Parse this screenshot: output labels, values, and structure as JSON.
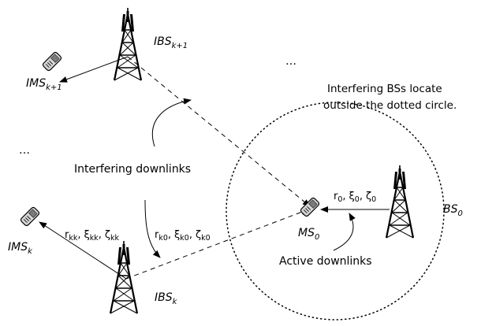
{
  "nodes": {
    "ibs_k1": {
      "label": "IBS",
      "sub": "k+1"
    },
    "ims_k1": {
      "label": "IMS",
      "sub": "k+1"
    },
    "ibs_k": {
      "label": "IBS",
      "sub": "k"
    },
    "ims_k": {
      "label": "IMS",
      "sub": "k"
    },
    "ms0": {
      "label": "MS",
      "sub": "0"
    },
    "bs0": {
      "label": "BS",
      "sub": "0"
    }
  },
  "ellipses": {
    "top_right": "…",
    "left": "…"
  },
  "note": {
    "line1": "Interfering BSs locate",
    "line2": "outside the dotted circle."
  },
  "labels": {
    "interfering_downlinks": "Interfering downlinks",
    "active_downlinks": "Active downlinks"
  },
  "link_params": {
    "r0": {
      "r": "r",
      "r_sub": "0",
      "xi": "ξ",
      "xi_sub": "0",
      "zeta": "ζ",
      "zeta_sub": "0"
    },
    "rk0": {
      "r": "r",
      "r_sub": "k0",
      "xi": "ξ",
      "xi_sub": "k0",
      "zeta": "ζ",
      "zeta_sub": "k0"
    },
    "rkk": {
      "r": "r",
      "r_sub": "kk",
      "xi": "ξ",
      "xi_sub": "kk",
      "zeta": "ζ",
      "zeta_sub": "kk"
    }
  },
  "separator": ","
}
